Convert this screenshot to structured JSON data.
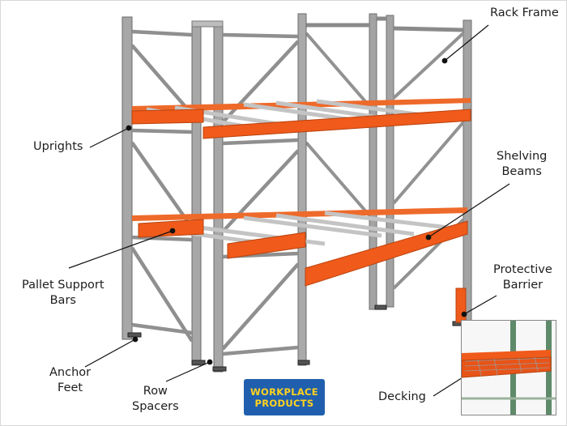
{
  "labels": {
    "rack_frame": "Rack Frame",
    "uprights": "Uprights",
    "shelving_beams_1": "Shelving",
    "shelving_beams_2": "Beams",
    "pallet_support_1": "Pallet Support",
    "pallet_support_2": "Bars",
    "protective_barrier_1": "Protective",
    "protective_barrier_2": "Barrier",
    "anchor_feet_1": "Anchor",
    "anchor_feet_2": "Feet",
    "row_spacers_1": "Row",
    "row_spacers_2": "Spacers",
    "decking": "Decking"
  },
  "logo": {
    "line1": "WORKPLACE",
    "line2": "PRODUCTS"
  },
  "colors": {
    "frame": "#9a9a9a",
    "frame_dark": "#6f6f6f",
    "beam": "#f05a1a",
    "logo_bg": "#1f5fae",
    "logo_text": "#ffd21f"
  }
}
